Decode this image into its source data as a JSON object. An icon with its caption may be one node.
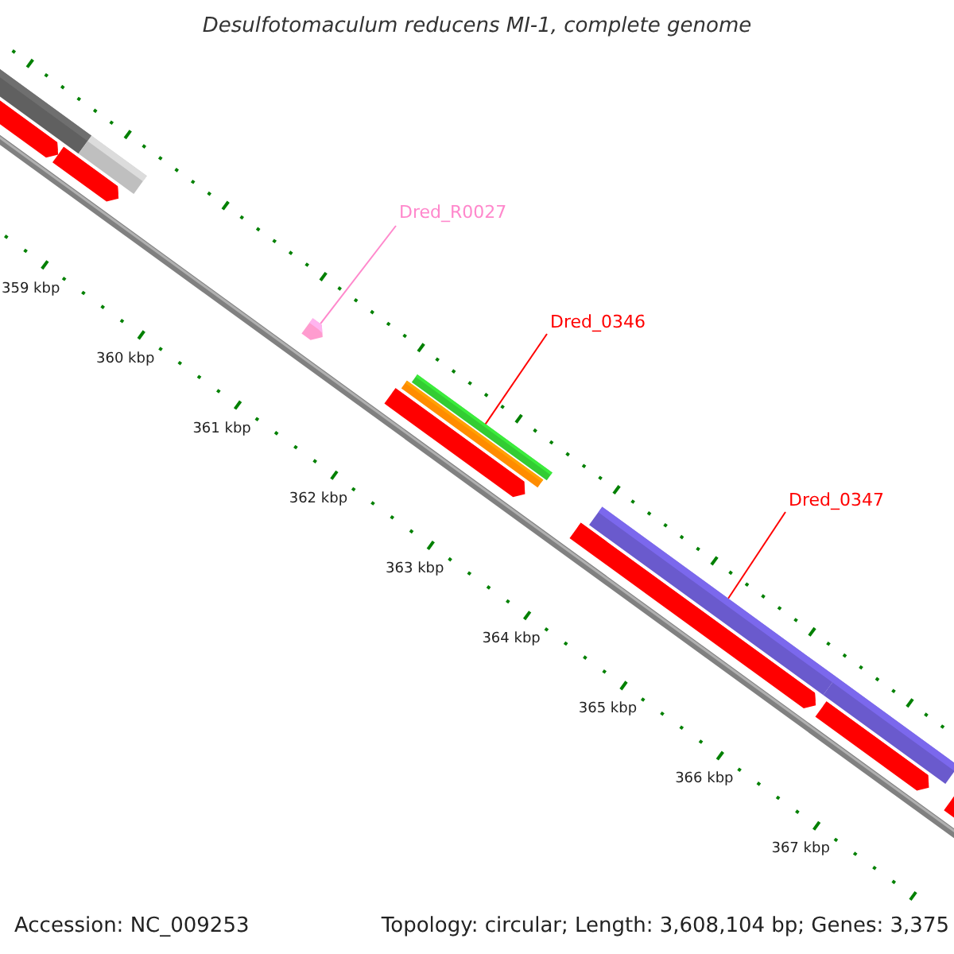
{
  "diagram": {
    "title": "Desulfotomaculum reducens MI-1, complete genome",
    "nodes": [
      {
        "text": [
          "Dred_R0027"
        ]
      },
      {
        "text": [],
        "shape": "pentagon"
      },
      {
        "text": [
          "Dred_0346"
        ]
      },
      {
        "text": [],
        "shape": "bar"
      },
      {
        "text": [
          "Dred_0347"
        ]
      },
      {
        "text": [],
        "shape": "bar"
      }
    ],
    "edges": [
      {
        "from": 0,
        "to": 1,
        "arrow": "none",
        "color": "#ff88cc"
      },
      {
        "from": 2,
        "to": 3,
        "arrow": "none"
      },
      {
        "from": 4,
        "to": 5,
        "arrow": "none"
      }
    ],
    "labels": [
      "359 kbp",
      "360 kbp",
      "361 kbp",
      "362 kbp",
      "363 kbp",
      "364 kbp",
      "365 kbp",
      "366 kbp",
      "367 kbp",
      "Accession: NC_009253",
      "Topology: circular; Length: 3,608,104 bp; Genes: 3,375"
    ]
  }
}
